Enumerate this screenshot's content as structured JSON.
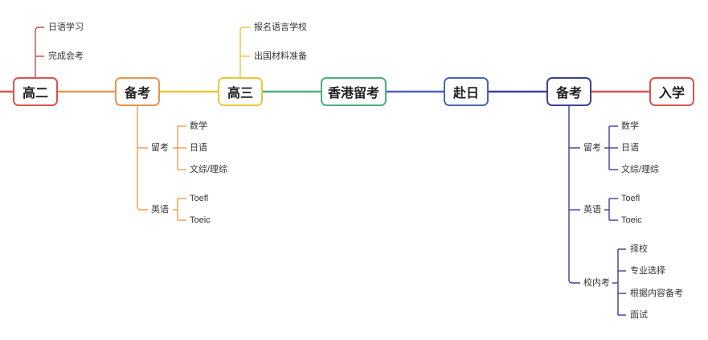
{
  "main_nodes": [
    {
      "label": "高二",
      "color": "#d9534f"
    },
    {
      "label": "备考",
      "color": "#e8954a"
    },
    {
      "label": "高三",
      "color": "#e6c93a"
    },
    {
      "label": "香港留考",
      "color": "#4caf7a"
    },
    {
      "label": "赴日",
      "color": "#4a62c4"
    },
    {
      "label": "备考",
      "color": "#3c3f9a"
    },
    {
      "label": "入学",
      "color": "#d9534f"
    }
  ],
  "gaokao2_children": [
    "日语学习",
    "完成会考"
  ],
  "beikao1": {
    "groups": [
      {
        "label": "留考",
        "items": [
          "数学",
          "日语",
          "文综/理综"
        ]
      },
      {
        "label": "英语",
        "items": [
          "Toefl",
          "Toeic"
        ]
      }
    ]
  },
  "gaokao3_children": [
    "报名语言学校",
    "出国材料准备"
  ],
  "beikao2": {
    "groups": [
      {
        "label": "留考",
        "items": [
          "数学",
          "日语",
          "文综/理综"
        ]
      },
      {
        "label": "英语",
        "items": [
          "Toefl",
          "Toeic"
        ]
      },
      {
        "label": "校内考",
        "items": [
          "择校",
          "专业选择",
          "根据内容备考",
          "面试"
        ]
      }
    ]
  }
}
